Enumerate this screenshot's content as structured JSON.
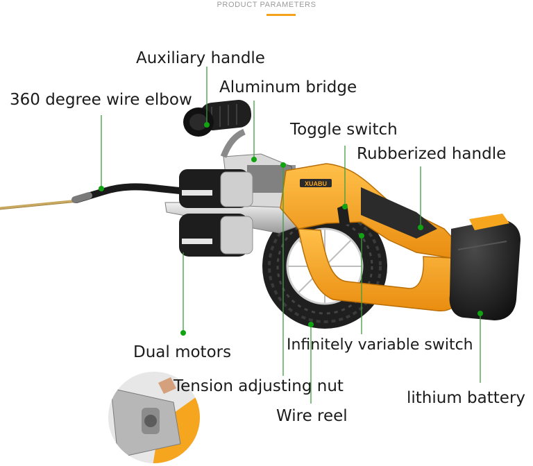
{
  "header": {
    "title": "PRODUCT PARAMETERS"
  },
  "labels": {
    "auxiliary_handle": "Auxiliary handle",
    "aluminum_bridge": "Aluminum bridge",
    "wire_elbow": "360 degree wire elbow",
    "toggle_switch": "Toggle switch",
    "rubberized_handle": "Rubberized handle",
    "dual_motors": "Dual motors",
    "variable_switch": "Infinitely variable switch",
    "tension_nut": "Tension adjusting nut",
    "lithium_battery": "lithium battery",
    "wire_reel": "Wire reel"
  },
  "product": {
    "brand_text": "XUABU"
  },
  "colors": {
    "accent": "#f4a21c",
    "tool_orange": "#f6a51f",
    "callout_line": "#3f9e3f",
    "callout_dot": "#12a312",
    "label_text": "#1b1b1b",
    "header_text": "#9a9a9a"
  }
}
